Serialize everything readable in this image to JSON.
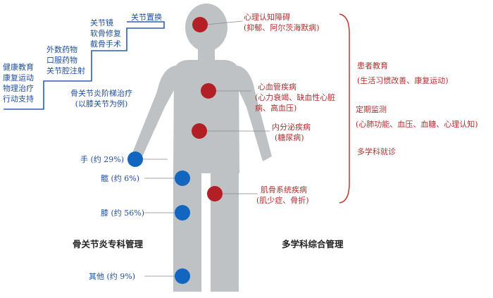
{
  "colors": {
    "body": "#bfc2c5",
    "dot_red": "#b21f25",
    "dot_blue": "#1266c0",
    "stair_line": "#2a5db0",
    "bracket_red": "#c0392b"
  },
  "staircase": {
    "step1": [
      "健康教育",
      "康复运动",
      "物理治疗",
      "行动支持"
    ],
    "step2": [
      "外数药物",
      "口服药物",
      "关节腔注射"
    ],
    "step3": [
      "关节镜",
      "软骨修复",
      "截骨手术"
    ],
    "step4": [
      "关节置换"
    ],
    "caption_line1": "骨关节炎阶梯治疗",
    "caption_line2": "(以膝关节为例)"
  },
  "joints": [
    {
      "label": "手 (约 29%)"
    },
    {
      "label": "髋 (约 6%)"
    },
    {
      "label": "膝 (约 56%)"
    },
    {
      "label": "其他 (约 9%)"
    }
  ],
  "diseases": {
    "cognitive": {
      "title": "心理认知障碍",
      "detail": "(抑郁、阿尔茨海默病)"
    },
    "cardio": {
      "title": "心血管疾病",
      "detail1": "(心力衰竭、缺血性心脏",
      "detail2": "病、高血压)"
    },
    "endocrine": {
      "title": "内分泌疾病",
      "detail": "(糖尿病)"
    },
    "musculo": {
      "title": "肌骨系统疾病",
      "detail": "(肌少症、骨折)"
    }
  },
  "management": {
    "item1_title": "患者教育",
    "item1_detail": "(生活习惯改善、康复运动)",
    "item2_title": "定期监测",
    "item2_detail": "(心肺功能、血压、血糖、心理认知)",
    "item3_title": "多学科就诊"
  },
  "sections": {
    "left": "骨关节炎专科管理",
    "right": "多学科综合管理"
  }
}
